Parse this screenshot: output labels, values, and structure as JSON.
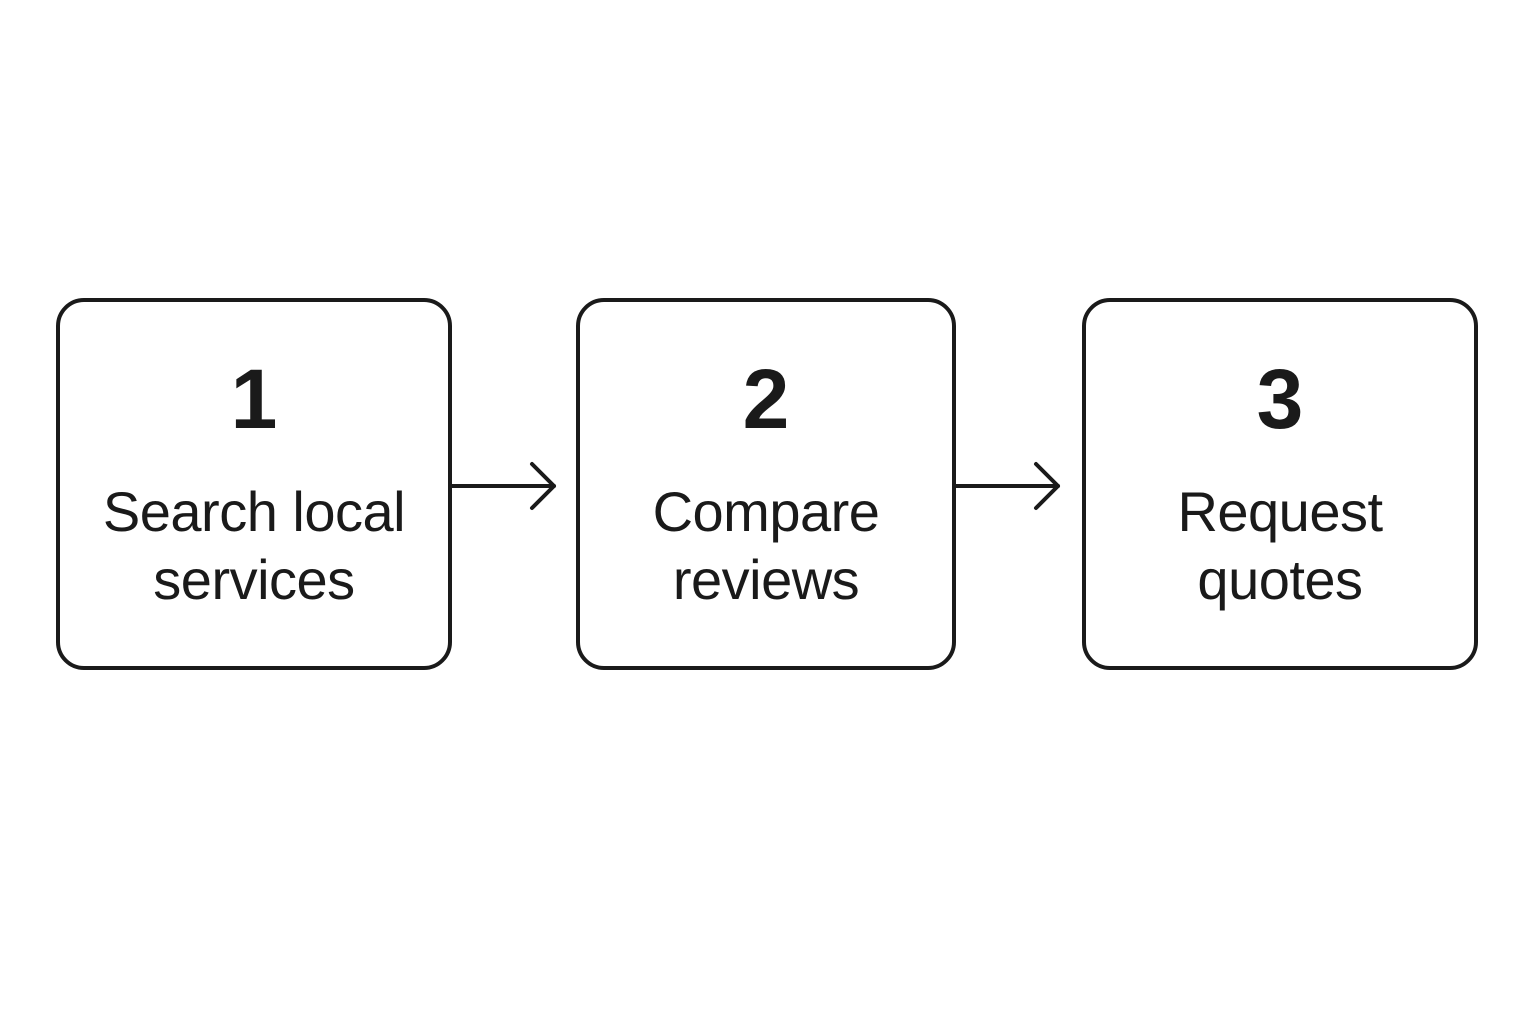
{
  "steps": [
    {
      "number": "1",
      "label_line1": "Search local",
      "label_line2": "services"
    },
    {
      "number": "2",
      "label_line1": "Compare",
      "label_line2": "reviews"
    },
    {
      "number": "3",
      "label_line1": "Request",
      "label_line2": "quotes"
    }
  ],
  "colors": {
    "stroke": "#1a1a1a",
    "background": "#ffffff"
  },
  "icons": {
    "connector": "arrow-right-icon"
  }
}
